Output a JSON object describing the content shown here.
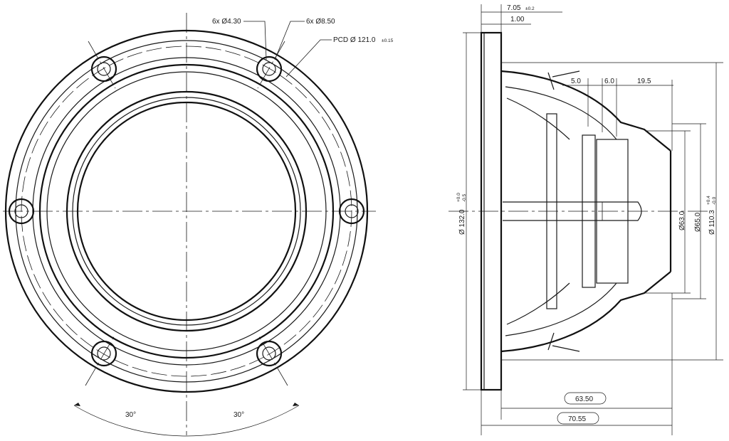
{
  "front_view": {
    "hole_dia_label": "6x Ø4.30",
    "counterbore_label": "6x Ø8.50",
    "pcd_label": "PCD Ø 121.0",
    "pcd_tolerance": "±0.15",
    "angle_left": "30°",
    "angle_right": "30°"
  },
  "side_view": {
    "flange_thickness": "7.05",
    "flange_thickness_tol": "±0.2",
    "lip_thickness": "1.00",
    "dim_5": "5.0",
    "dim_6": "6.0",
    "dim_19_5": "19.5",
    "outer_diameter": "Ø 132.0",
    "outer_diameter_tol_upper": "+0.0",
    "outer_diameter_tol_lower": "-0.5",
    "magnet_dia_63": "Ø63.0",
    "magnet_dia_65": "Ø65.0",
    "cutout_diameter": "Ø 110.3",
    "cutout_tol_upper": "+0.4",
    "cutout_tol_lower": "-0.0",
    "depth_63_50": "63.50",
    "depth_70_55": "70.55"
  }
}
